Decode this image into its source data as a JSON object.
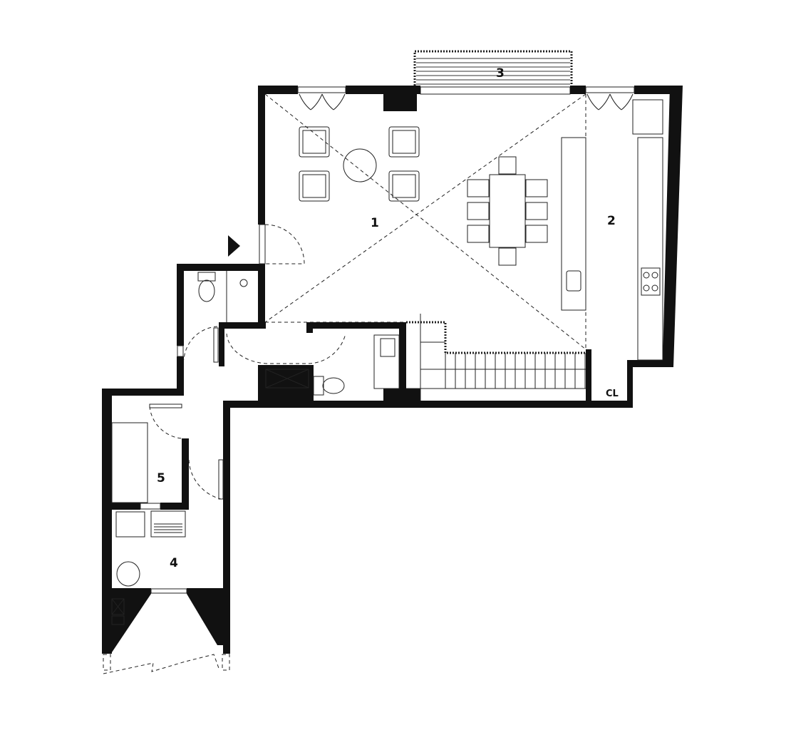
{
  "plan": {
    "rooms": [
      {
        "id": "room-1",
        "label": "1"
      },
      {
        "id": "room-2",
        "label": "2"
      },
      {
        "id": "room-3",
        "label": "3"
      },
      {
        "id": "room-4",
        "label": "4"
      },
      {
        "id": "room-5",
        "label": "5"
      },
      {
        "id": "closet",
        "label": "CL"
      }
    ],
    "colors": {
      "wall": "#111111",
      "line": "#222222",
      "background": "#ffffff"
    },
    "icons": [
      "entry-arrow-icon",
      "toilet-icon",
      "sink-icon",
      "stove-icon",
      "stair-icon",
      "shower-icon"
    ]
  }
}
